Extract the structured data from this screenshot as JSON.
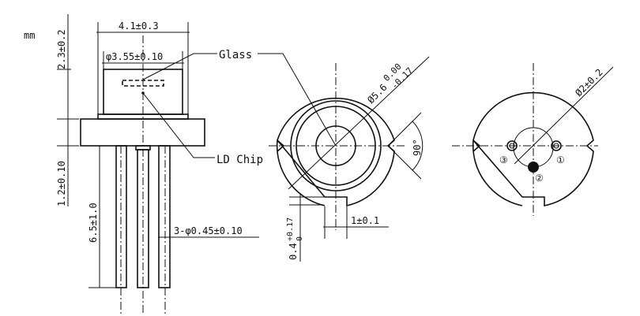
{
  "unit": "mm",
  "side_view": {
    "top_width": "4.1±0.3",
    "cap_diameter": "φ3.55±0.10",
    "cap_height": "2.3±0.2",
    "flange_thickness": "1.2±0.10",
    "lead_length": "6.5±1.0",
    "lead_diameter": "3-φ0.45±0.10",
    "glass_label": "Glass",
    "chip_label": "LD Chip"
  },
  "front_view": {
    "diameter_main": "Ø5.6",
    "diameter_upper_tol": "0.00",
    "diameter_lower_tol": "-0.17",
    "notch_angle": "90°",
    "key_width": "1±0.1",
    "key_depth": "0.4",
    "key_depth_upper_tol": "+0.17",
    "key_depth_lower_tol": "0"
  },
  "back_view": {
    "pin_circle": "Ø2±0.2",
    "pin_labels": [
      "①",
      "②",
      "③"
    ]
  }
}
